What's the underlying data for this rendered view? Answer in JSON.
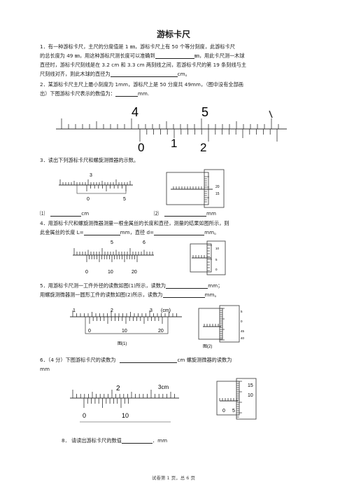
{
  "title": "游标卡尺",
  "q1": {
    "line1": "1．有一种游标卡尺，主尺的分度值是 1 ㎜，游标卡尺上有 50 个等分刻度，此游标卡尺",
    "line2a": "的总长度为 49 ㎜，用这种游标尺测长度可以准确到",
    "line2b": "㎜，用此卡尺测一木球",
    "line3": "直径时，游标卡尺刻线是在 3.2 cm 和 3.3 cm 两刻线之间，若游标卡尺的第 19 条刻线与主",
    "line4a": "尺刻线对齐，则此木球的直径为",
    "line4b": "cm。"
  },
  "q2": {
    "line1": "2．某游标卡尺主尺上最小刻度为 1mm，游标尺上是 50 分度共 49mm，（图中没有全部画",
    "line2a": "出）下图游标卡尺表示的数值为：",
    "line2b": "mm.",
    "main_labels": [
      "4",
      "5"
    ],
    "vernier_labels": [
      "0",
      "1",
      "2"
    ]
  },
  "q3": {
    "line": "3．读出下列游标卡尺和螺旋测微器的示数。",
    "fig1": {
      "main_label": "3",
      "vernier_labels": [
        "0",
        "5"
      ]
    },
    "fig2": {
      "thimble_labels": [
        "20",
        "15"
      ]
    },
    "answer1_prefix": "⑴",
    "answer1_unit": "cm",
    "answer2_prefix": "⑵",
    "answer2_unit": "mm"
  },
  "q4": {
    "line1": "4．用游标卡尺和螺旋测微器测量一根金属丝的长度和直径，测量的结果如图所示，则",
    "line2a": "此金属丝的长度 L=",
    "line2b": "mm，直径 d=",
    "line2c": "mm。",
    "main_labels": [
      "5",
      "6"
    ],
    "vernier_labels": [
      "0",
      "10",
      "20"
    ],
    "micrometer_labels": [
      "10",
      "5",
      "0"
    ]
  },
  "q5": {
    "line1a": "5．用游标卡尺测一工件外径的读数如图(1)所示，读数为",
    "line1b": "mm；",
    "line2a": "用螺旋测微器测一圆形工件的读数如图(2)所示，读数为",
    "line2b": "mm。",
    "main_labels": [
      "1",
      "2",
      "3",
      "(cm)"
    ],
    "vernier_labels": [
      "0",
      "10",
      "20"
    ],
    "micrometer_labels": [
      "5",
      "0",
      "45",
      "40"
    ],
    "caption1": "图(1)",
    "caption2": "图(2)"
  },
  "q6": {
    "line1a": "6．（4 分）下图游标卡尺的读数为",
    "line1b": "cm  螺旋测微器的读数为",
    "line2": "mm",
    "main_labels": [
      "2",
      "3cm"
    ],
    "vernier_labels": [
      "0",
      "10"
    ],
    "micrometer_labels": [
      "15",
      "10",
      "0",
      "5"
    ]
  },
  "q8": {
    "line_a": "8．  请读出游标卡尺的数值",
    "line_b": "．mm"
  },
  "footer": "试卷第 1 页，总 6 页"
}
